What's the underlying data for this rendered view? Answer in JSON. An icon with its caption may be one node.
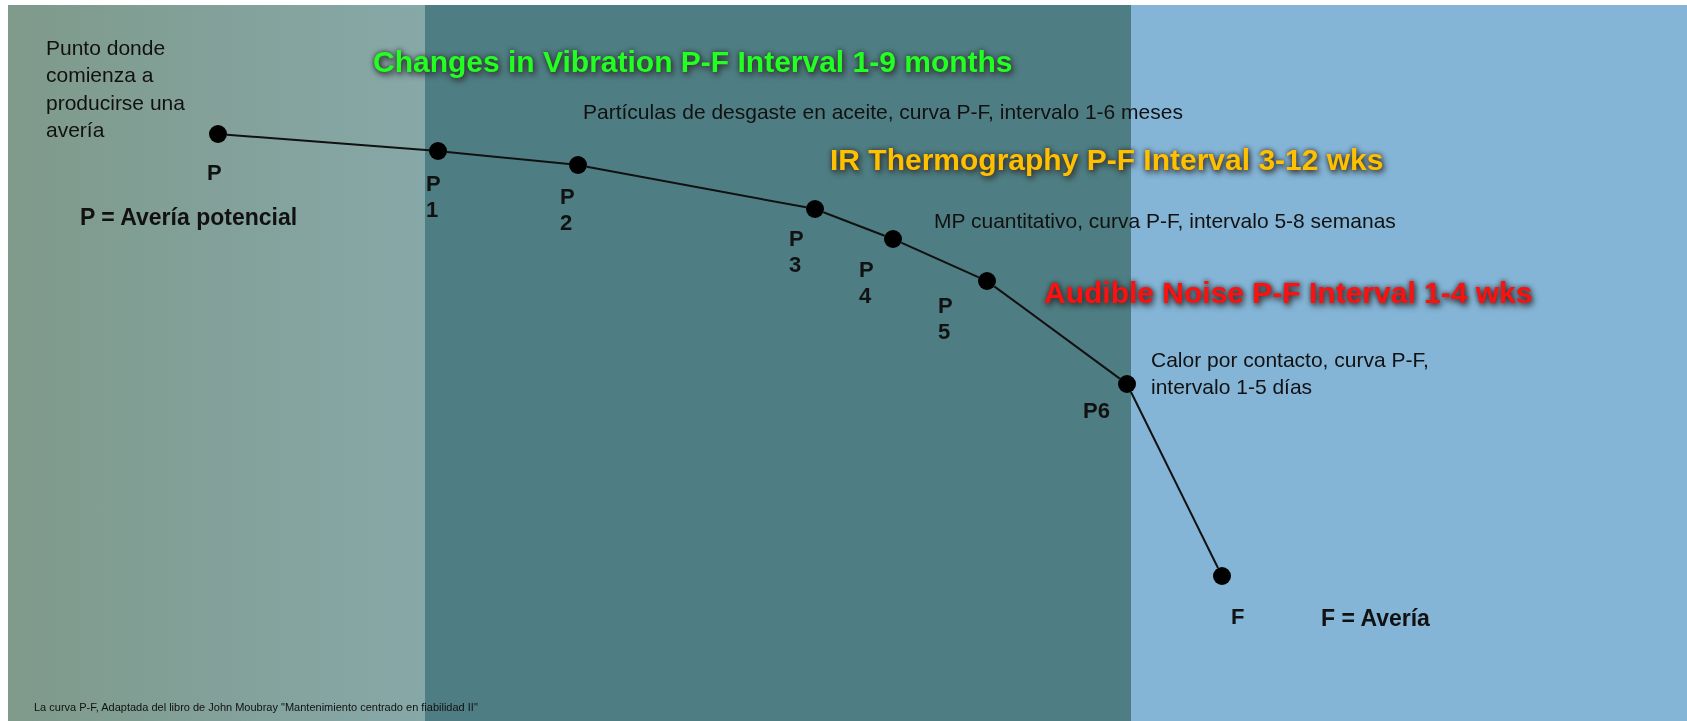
{
  "diagram": {
    "caption": "La curva P-F, Adaptada del libro de John Moubray \"Mantenimiento centrado en fiabilidad II\"",
    "nodes": [
      {
        "text": [],
        "shape": "circle",
        "beside": [
          "P"
        ]
      },
      {
        "text": [],
        "shape": "circle",
        "beside": [
          "P 1"
        ]
      },
      {
        "text": [],
        "shape": "circle",
        "beside": [
          "P 2"
        ]
      },
      {
        "text": [],
        "shape": "circle",
        "beside": [
          "P 3"
        ]
      },
      {
        "text": [],
        "shape": "circle",
        "beside": [
          "P 4"
        ]
      },
      {
        "text": [],
        "shape": "circle",
        "beside": [
          "P 5"
        ]
      },
      {
        "text": [],
        "shape": "circle",
        "beside": [
          "P6"
        ]
      },
      {
        "text": [],
        "shape": "circle",
        "beside": [
          "F"
        ]
      }
    ],
    "edges": [
      {
        "from": 0,
        "to": 1,
        "arrow": "none"
      },
      {
        "from": 1,
        "to": 2,
        "arrow": "none"
      },
      {
        "from": 2,
        "to": 3,
        "arrow": "none"
      },
      {
        "from": 3,
        "to": 4,
        "arrow": "none"
      },
      {
        "from": 4,
        "to": 5,
        "arrow": "none"
      },
      {
        "from": 5,
        "to": 6,
        "arrow": "none"
      },
      {
        "from": 6,
        "to": 7,
        "arrow": "none"
      }
    ],
    "labels": [
      "Punto donde comienza a producirse una avería",
      "Changes in Vibration P-F Interval 1-9 months",
      "Partículas de desgaste en aceite, curva P-F, intervalo 1-6 meses",
      "IR Thermography P-F Interval 3-12 wks",
      "P = Avería potencial",
      "MP cuantitativo, curva P-F, intervalo 5-8 semanas",
      "Audible Noise P-F Interval 1-4 wks",
      "Calor por contacto, curva P-F, intervalo 1-5 días",
      "F = Avería"
    ]
  }
}
